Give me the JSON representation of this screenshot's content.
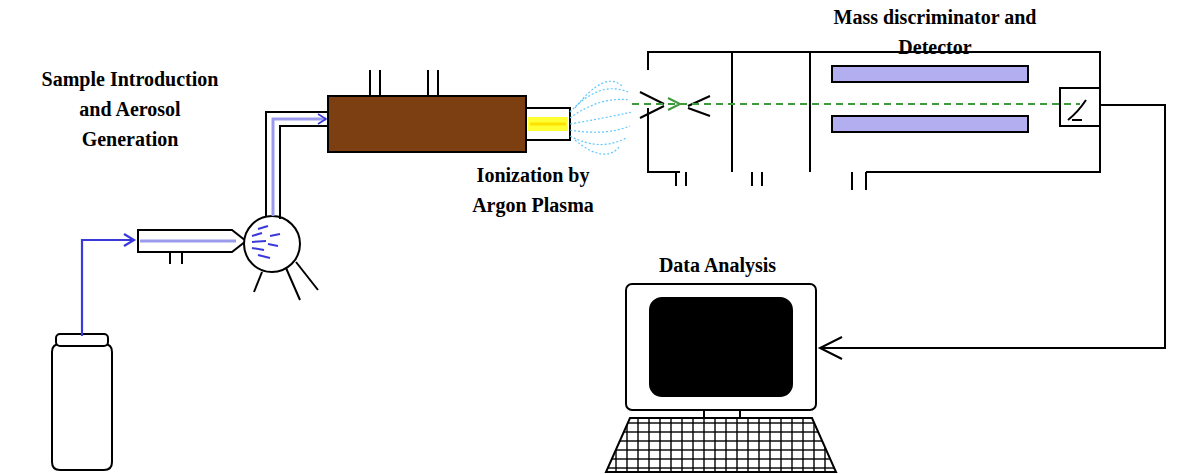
{
  "diagram": {
    "nodes": [
      {
        "text": [
          "Mass discriminator and Detector"
        ]
      },
      {
        "text": [
          "Data Analysis"
        ]
      }
    ],
    "edges": [
      {
        "from": 0,
        "to": 1,
        "arrow": "to"
      }
    ],
    "labels": [
      "Sample Introduction and Aerosol Generation",
      "Ionization by Argon Plasma"
    ]
  }
}
